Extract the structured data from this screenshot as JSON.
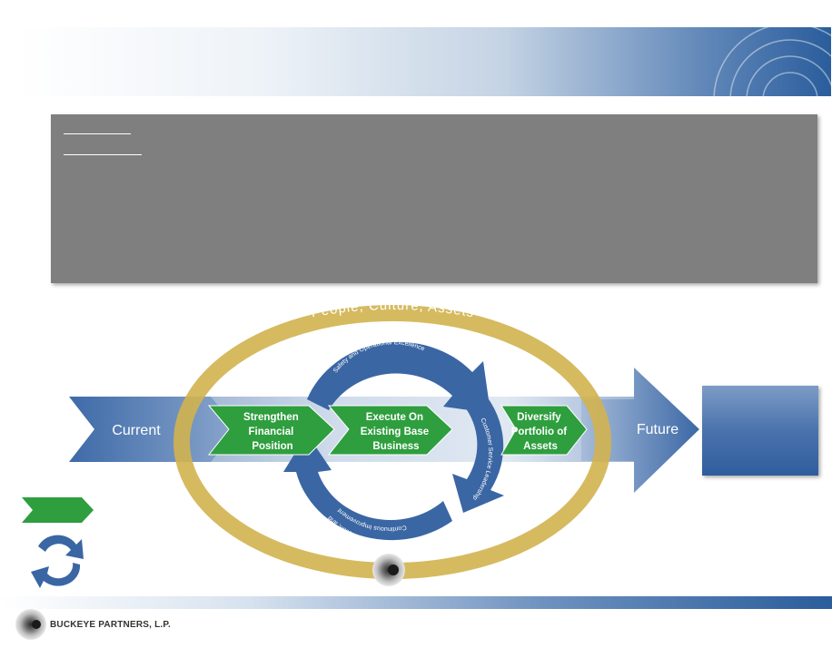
{
  "diagram": {
    "ring_label": "People, Culture, Assets",
    "arrow_current": "Current",
    "arrow_future": "Future",
    "step1": [
      "Strengthen",
      "Financial",
      "Position"
    ],
    "step2": [
      "Execute On",
      "Existing Base",
      "Business"
    ],
    "step3": [
      "Diversify",
      "Portfolio of",
      "Assets"
    ],
    "cycle_top": "Safety and Operational Excellence",
    "cycle_right": "Customer Service Leadership",
    "cycle_bottom_1": "Entrepreneurship, Execution, and",
    "cycle_bottom_2": "Continuous Improvement"
  },
  "footer": {
    "logo_text": "BUCKEYE PARTNERS, L.P."
  },
  "colors": {
    "brand_blue": "#2f5d9c",
    "green": "#2e9e3e",
    "gold": "#d1b24f"
  }
}
